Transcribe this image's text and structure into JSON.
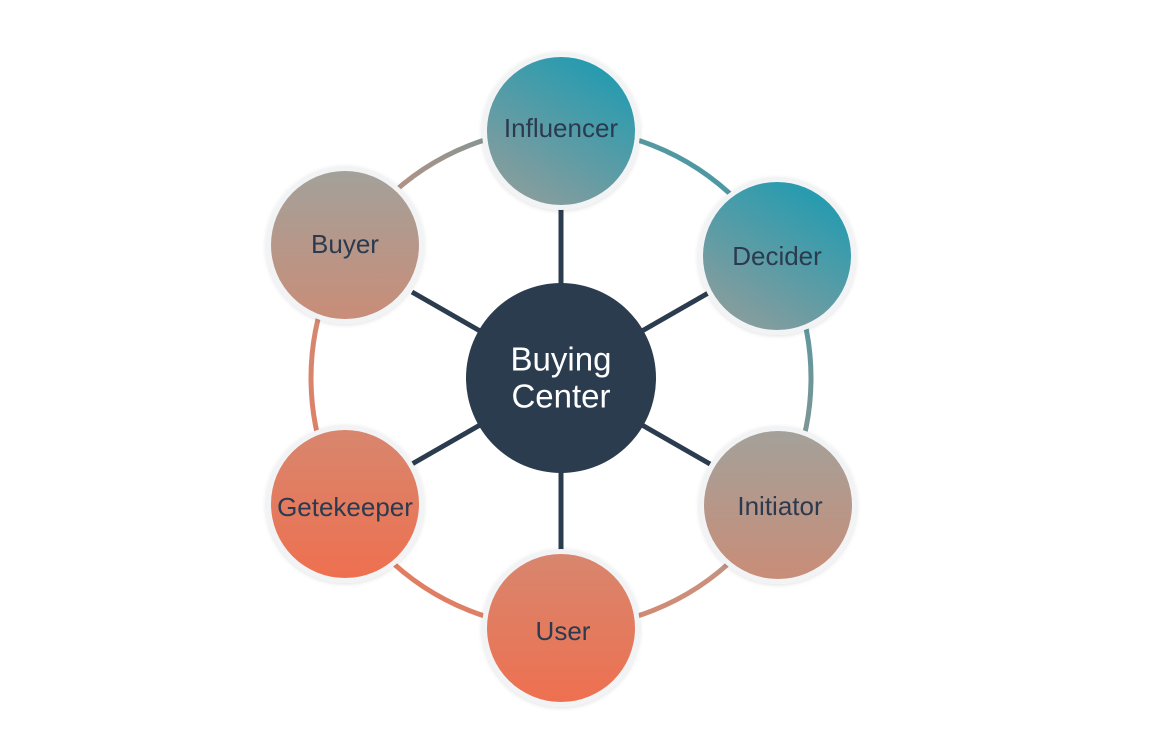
{
  "diagram": {
    "center": {
      "line1": "Buying",
      "line2": "Center",
      "fill": "#2c3c4f"
    },
    "spoke_color": "#2c3c4f",
    "colors": {
      "teal": "#1e9bb1",
      "taupe": "#a89a90",
      "coral": "#ea7150"
    },
    "nodes": [
      {
        "id": "influencer",
        "label": "Influencer",
        "icon": "circle-node"
      },
      {
        "id": "decider",
        "label": "Decider",
        "icon": "circle-node"
      },
      {
        "id": "initiator",
        "label": "Initiator",
        "icon": "circle-node"
      },
      {
        "id": "user",
        "label": "User",
        "icon": "circle-node"
      },
      {
        "id": "getekeeper",
        "label": "Getekeeper",
        "icon": "circle-node"
      },
      {
        "id": "buyer",
        "label": "Buyer",
        "icon": "circle-node"
      }
    ]
  }
}
